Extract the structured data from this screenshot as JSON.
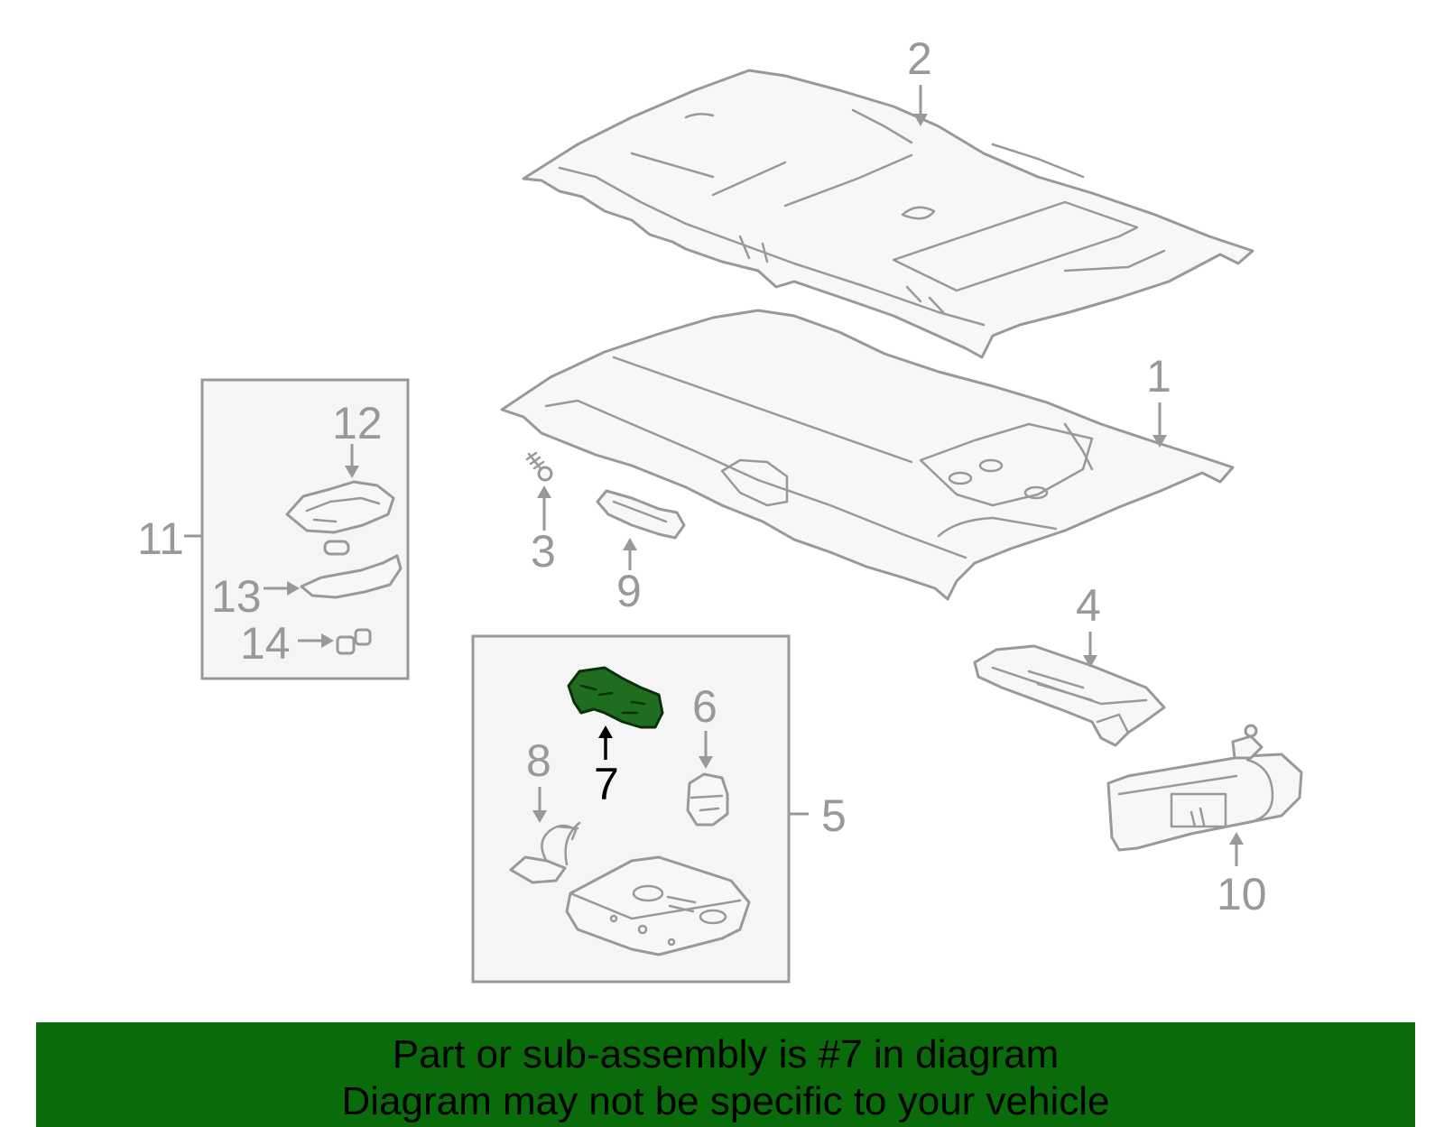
{
  "callouts": {
    "c1": "1",
    "c2": "2",
    "c3": "3",
    "c4": "4",
    "c5": "5",
    "c6": "6",
    "c7": "7",
    "c8": "8",
    "c9": "9",
    "c10": "10",
    "c11": "11",
    "c12": "12",
    "c13": "13",
    "c14": "14"
  },
  "highlighted_part": "7",
  "colors": {
    "line_gray": "#999999",
    "highlight_green": "#1f6e1f",
    "banner_green": "#0a6b0a"
  },
  "banner": {
    "line1": "Part or sub-assembly is #7 in diagram",
    "line2": "Diagram may not be specific to your vehicle"
  }
}
